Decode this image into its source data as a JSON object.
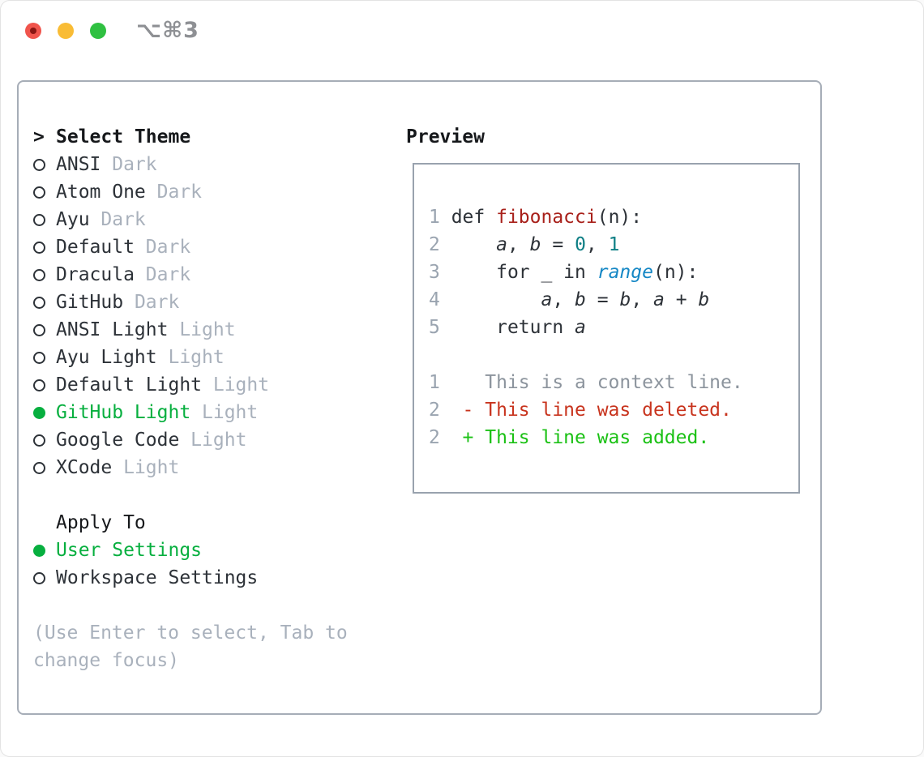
{
  "window": {
    "title": "⌥⌘3"
  },
  "theme_picker": {
    "cursor": ">",
    "header": "Select Theme",
    "items": [
      {
        "name": "ANSI",
        "variant": "Dark",
        "selected": false
      },
      {
        "name": "Atom One",
        "variant": "Dark",
        "selected": false
      },
      {
        "name": "Ayu",
        "variant": "Dark",
        "selected": false
      },
      {
        "name": "Default",
        "variant": "Dark",
        "selected": false
      },
      {
        "name": "Dracula",
        "variant": "Dark",
        "selected": false
      },
      {
        "name": "GitHub",
        "variant": "Dark",
        "selected": false
      },
      {
        "name": "ANSI Light",
        "variant": "Light",
        "selected": false
      },
      {
        "name": "Ayu Light",
        "variant": "Light",
        "selected": false
      },
      {
        "name": "Default Light",
        "variant": "Light",
        "selected": false
      },
      {
        "name": "GitHub Light",
        "variant": "Light",
        "selected": true
      },
      {
        "name": "Google Code",
        "variant": "Light",
        "selected": false
      },
      {
        "name": "XCode",
        "variant": "Light",
        "selected": false
      }
    ],
    "apply_to": {
      "header": "Apply To",
      "options": [
        {
          "label": "User Settings",
          "selected": true
        },
        {
          "label": "Workspace Settings",
          "selected": false
        }
      ]
    },
    "hint": "(Use Enter to select, Tab to\nchange focus)"
  },
  "preview": {
    "header": "Preview",
    "code_lines": [
      {
        "segments": [
          {
            "t": "1 ",
            "s": "gutter"
          },
          {
            "t": "def ",
            "s": "code"
          },
          {
            "t": "fibonacci",
            "s": "keyword"
          },
          {
            "t": "(n):",
            "s": "code"
          }
        ]
      },
      {
        "segments": [
          {
            "t": "2 ",
            "s": "gutter"
          },
          {
            "t": "    ",
            "s": "code"
          },
          {
            "t": "a",
            "s": "var"
          },
          {
            "t": ", ",
            "s": "code"
          },
          {
            "t": "b",
            "s": "var"
          },
          {
            "t": " = ",
            "s": "code"
          },
          {
            "t": "0",
            "s": "num"
          },
          {
            "t": ", ",
            "s": "code"
          },
          {
            "t": "1",
            "s": "num"
          }
        ]
      },
      {
        "segments": [
          {
            "t": "3 ",
            "s": "gutter"
          },
          {
            "t": "    for _ in ",
            "s": "code"
          },
          {
            "t": "range",
            "s": "builtin"
          },
          {
            "t": "(n):",
            "s": "code"
          }
        ]
      },
      {
        "segments": [
          {
            "t": "4 ",
            "s": "gutter"
          },
          {
            "t": "        ",
            "s": "code"
          },
          {
            "t": "a",
            "s": "var"
          },
          {
            "t": ", ",
            "s": "code"
          },
          {
            "t": "b",
            "s": "var"
          },
          {
            "t": " = ",
            "s": "code"
          },
          {
            "t": "b",
            "s": "var"
          },
          {
            "t": ", ",
            "s": "code"
          },
          {
            "t": "a",
            "s": "var"
          },
          {
            "t": " + ",
            "s": "code"
          },
          {
            "t": "b",
            "s": "var"
          }
        ]
      },
      {
        "segments": [
          {
            "t": "5 ",
            "s": "gutter"
          },
          {
            "t": "    return ",
            "s": "code"
          },
          {
            "t": "a",
            "s": "var"
          }
        ]
      }
    ],
    "diff_lines": [
      {
        "segments": [
          {
            "t": "1  ",
            "s": "gutter"
          },
          {
            "t": "  This is a context line.",
            "s": "context"
          }
        ]
      },
      {
        "segments": [
          {
            "t": "2  ",
            "s": "gutter"
          },
          {
            "t": "- This line was deleted.",
            "s": "deleted"
          }
        ]
      },
      {
        "segments": [
          {
            "t": "2  ",
            "s": "gutter"
          },
          {
            "t": "+ This line was added.",
            "s": "added"
          }
        ]
      }
    ]
  },
  "colors": {
    "fg": "#2d3238",
    "heading": "#16181b",
    "muted": "#a9b1bc",
    "gutter": "#9aa4b0",
    "context_gray": "#8c949d",
    "selected_green": "#07af3f",
    "added_green": "#1bc115",
    "keyword_red": "#a8201a",
    "deleted_red": "#c8341e",
    "number_teal": "#0e7f85",
    "builtin_blue": "#1587c5",
    "panel_border": "#a6adb7",
    "preview_border": "#99a2ae",
    "traffic_red": "#f0544c",
    "traffic_red_dot": "#8a1512",
    "traffic_yellow": "#f9bc35",
    "traffic_green": "#2fc041",
    "title_gray": "#8e9094"
  }
}
